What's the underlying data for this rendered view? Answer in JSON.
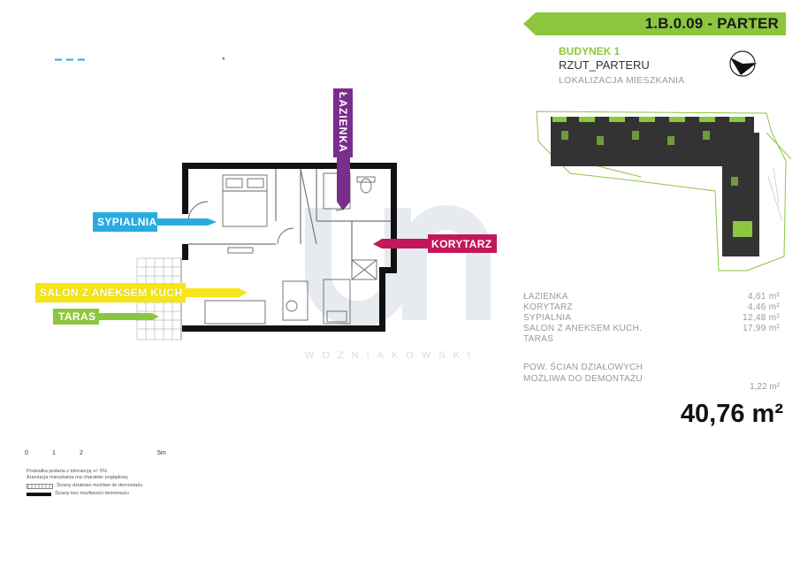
{
  "header": {
    "unit_code": "1.B.0.09 - PARTER",
    "building": "BUDYNEK 1",
    "plan": "RZUT_PARTERU",
    "location": "LOKALIZACJA MIESZKANIA",
    "accent": "#8cc63f"
  },
  "rooms": [
    {
      "name": "ŁAZIENKA",
      "area": "4,61 m²"
    },
    {
      "name": "KORYTARZ",
      "area": "4,46 m²"
    },
    {
      "name": "SYPIALNIA",
      "area": "12,48 m²"
    },
    {
      "name": "SALON Z ANEKSEM KUCH.",
      "area": "17,99 m²"
    },
    {
      "name": "TARAS",
      "area": ""
    }
  ],
  "walls": {
    "line1": "POW. ŚCIAN DZIAŁOWYCH",
    "line2": "MOŻLIWA DO DEMONTAŻU",
    "area": "1,22 m²"
  },
  "total_area": "40,76 m²",
  "plan_labels": {
    "bathroom": {
      "text": "ŁAZIENKA",
      "color": "#7b2d8e"
    },
    "bedroom": {
      "text": "SYPIALNIA",
      "color": "#29abe2"
    },
    "corridor": {
      "text": "KORYTARZ",
      "color": "#c2185b"
    },
    "living": {
      "text": "SALON Z ANEKSEM KUCH",
      "color": "#f5e614"
    },
    "terrace": {
      "text": "TARAS",
      "color": "#8cc63f"
    }
  },
  "watermark": "WOZNIAKOWSKI",
  "scale": {
    "ticks": [
      "0",
      "1",
      "2",
      "5m"
    ]
  },
  "legend": {
    "note1": "Podziałka podana z tolerancją +/- 5%",
    "note2": "Aranżacja mieszkania ma charakter poglądowy",
    "item1": "Ściany działowe możliwe do demontażu",
    "item2": "Ściany bez możliwości demontażu"
  },
  "marker": "*"
}
